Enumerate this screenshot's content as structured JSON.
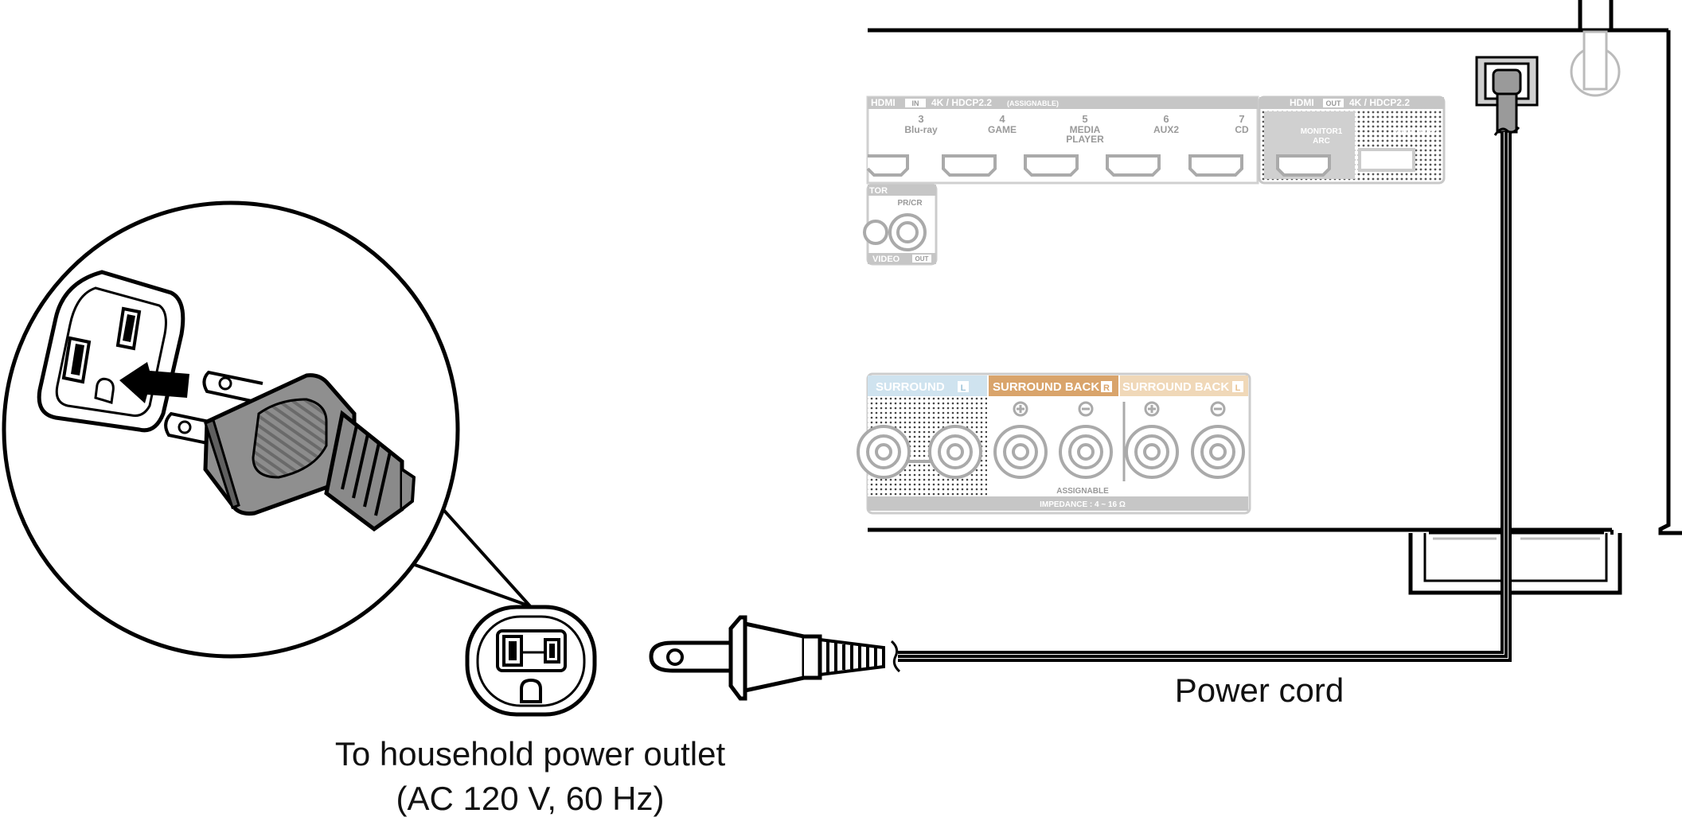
{
  "labels": {
    "power_cord": "Power cord",
    "outlet_line1": "To household power outlet",
    "outlet_line2": "(AC 120 V, 60 Hz)"
  },
  "panel": {
    "hdmi_in_header": "HDMI",
    "hdmi_in_badge": "IN",
    "hdmi_in_spec": "4K / HDCP2.2",
    "hdmi_in_assignable": "(ASSIGNABLE)",
    "hdmi_in_ports": [
      {
        "num": "3",
        "name": "Blu-ray",
        "name2": ""
      },
      {
        "num": "4",
        "name": "GAME",
        "name2": ""
      },
      {
        "num": "5",
        "name": "MEDIA",
        "name2": "PLAYER"
      },
      {
        "num": "6",
        "name": "AUX2",
        "name2": ""
      },
      {
        "num": "7",
        "name": "CD",
        "name2": ""
      }
    ],
    "hdmi_out_header": "HDMI",
    "hdmi_out_badge": "OUT",
    "hdmi_out_spec": "4K / HDCP2.2",
    "monitor1": "MONITOR1",
    "monitor1_arc": "ARC",
    "monitor2": "MONITOR2",
    "component_tor": "TOR",
    "component_pr": "PR/CR",
    "component_video": "VIDEO",
    "component_out_badge": "OUT",
    "surround_l": "SURROUND",
    "surround_l_badge": "L",
    "surround_back_r": "SURROUND BACK",
    "surround_back_r_badge": "R",
    "surround_back_l": "SURROUND BACK",
    "surround_back_l_badge": "L",
    "assignable": "ASSIGNABLE",
    "impedance": "IMPEDANCE : 4 ~ 16 Ω"
  },
  "colors": {
    "line": "#000000",
    "plug_gray": "#8f8f8f",
    "plug_dark": "#5a5a5a",
    "panel_gray": "#c8c8c8",
    "panel_text": "#a0a0a0",
    "surround_blue": "#cfe3ef",
    "surround_back_orange": "#d9a46b",
    "surround_back_light": "#f0d8b8"
  }
}
